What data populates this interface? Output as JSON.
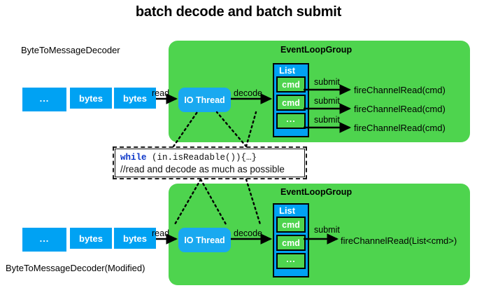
{
  "title": "batch decode and batch submit",
  "colors": {
    "green_panel": "#4ed44e",
    "blue_box": "#00a2f3",
    "io_thread_blue": "#19a9f0",
    "keyword_blue": "#0b35c8",
    "text_black": "#000000",
    "white": "#ffffff"
  },
  "code_note": {
    "line1_keyword": "while",
    "line1_rest": " (in.isReadable()){…}",
    "line2": "//read and decode as much as possible"
  },
  "top": {
    "caption": "ByteToMessageDecoder",
    "panel_label": "EventLoopGroup",
    "byte_blocks": [
      "...",
      "bytes",
      "bytes"
    ],
    "read_label": "read",
    "io_thread_label": "IO Thread",
    "decode_label": "decode",
    "list_title": "List",
    "list_items": [
      "cmd",
      "cmd",
      "..."
    ],
    "submit_label": "submit",
    "submits": [
      {
        "label": "submit",
        "target": "fireChannelRead(cmd)"
      },
      {
        "label": "submit",
        "target": "fireChannelRead(cmd)"
      },
      {
        "label": "submit",
        "target": "fireChannelRead(cmd)"
      }
    ]
  },
  "bottom": {
    "caption": "ByteToMessageDecoder(Modified)",
    "panel_label": "EventLoopGroup",
    "byte_blocks": [
      "...",
      "bytes",
      "bytes"
    ],
    "read_label": "read",
    "io_thread_label": "IO Thread",
    "decode_label": "decode",
    "list_title": "List",
    "list_items": [
      "cmd",
      "cmd",
      "..."
    ],
    "submits": [
      {
        "label": "submit",
        "target": "fireChannelRead(List<cmd>)"
      }
    ]
  }
}
